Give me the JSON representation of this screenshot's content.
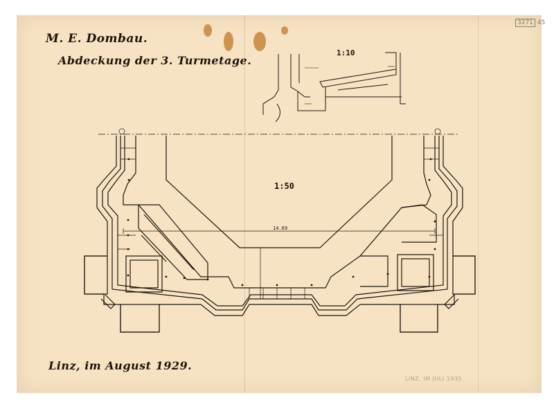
{
  "drawing": {
    "title_line1": "M. E. Dombau.",
    "title_line2": "Abdeckung der 3. Turmetage.",
    "place_date": "Linz, im August 1929.",
    "detail_scale": "1:10",
    "plan_scale": "1:50",
    "dimension_width": "14.69",
    "pencil_note": "LINZ, IM JULI 1935",
    "stamp_number": "3271",
    "stamp_suffix": "45",
    "colors": {
      "paper": "#f7e3c4",
      "ink": "#1d140b",
      "stain": "#c07a2a"
    }
  }
}
